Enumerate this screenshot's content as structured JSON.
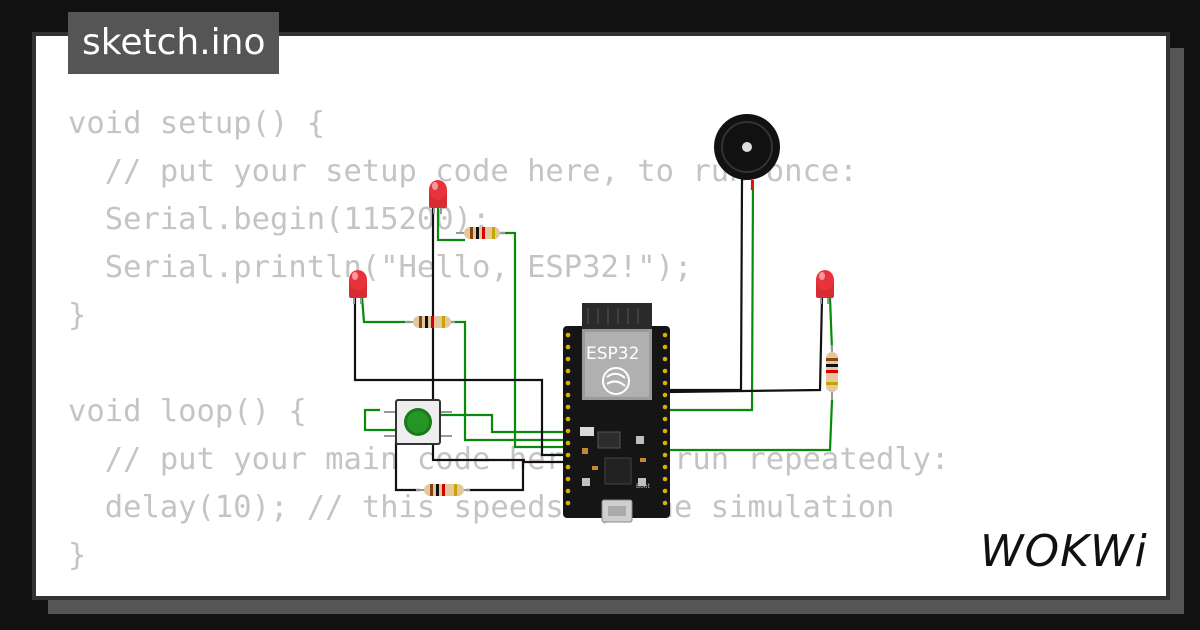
{
  "file_tab": {
    "title": "sketch.ino"
  },
  "code": {
    "lines": [
      "void setup() {",
      "  // put your setup code here, to run once:",
      "  Serial.begin(115200);",
      "  Serial.println(\"Hello, ESP32!\");",
      "}",
      "",
      "void loop() {",
      "  // put your main code here, to run repeatedly:",
      "  delay(10); // this speeds up the simulation",
      "}"
    ]
  },
  "circuit": {
    "board_label": "ESP32",
    "button_label": "Boot",
    "components": [
      "esp32-board-icon",
      "led-icon",
      "resistor-icon",
      "pushbutton-icon",
      "buzzer-icon"
    ]
  },
  "brand": {
    "name": "WOKWi"
  },
  "colors": {
    "background": "#111111",
    "card": "#ffffff",
    "tab": "#555555",
    "code_text": "#c4c4c4",
    "wire_green": "#0a8a0a",
    "wire_black": "#111111",
    "wire_red": "#e01010",
    "led_red": "#e8333a"
  }
}
